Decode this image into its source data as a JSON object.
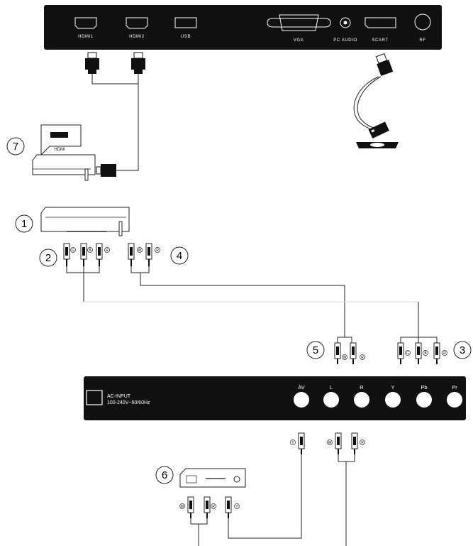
{
  "top_panel": {
    "ports": {
      "hdmi1": "HDMI1",
      "hdmi2": "HDMI2",
      "usb": "USB",
      "vga": "VGA",
      "pc_audio": "PC AUDIO",
      "scart": "SCART",
      "rf": "RF"
    }
  },
  "device7": {
    "hdmi_label": "HDMI"
  },
  "callouts": [
    "1",
    "2",
    "3",
    "4",
    "5",
    "6",
    "7"
  ],
  "bottom_panel": {
    "ac_line1": "AC-INPUT",
    "ac_line2": "100-240V~50/60Hz",
    "jacks": [
      "AV",
      "L",
      "R",
      "Y",
      "Pb",
      "Pr"
    ]
  },
  "plug_letters": {
    "g": "G",
    "b": "B",
    "r": "R",
    "w": "W",
    "y": "Y"
  }
}
